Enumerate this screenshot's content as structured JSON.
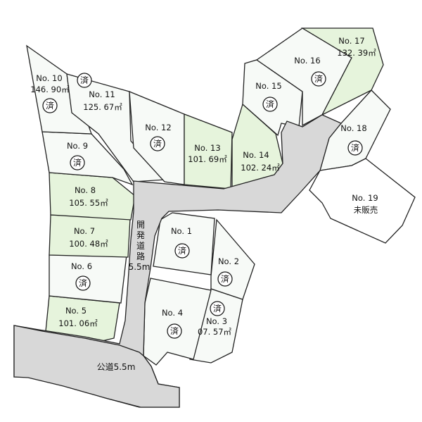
{
  "colors": {
    "lot_for_sale": "#e6f4dc",
    "lot_sold": "#f7faf7",
    "lot_other": "#ffffff",
    "road": "#d8d8d8",
    "outline": "#222222"
  },
  "sold_mark": "済",
  "roads": {
    "dev_road_chars": [
      "開",
      "発",
      "道",
      "路"
    ],
    "dev_road_width": "5.5m",
    "public_road": "公道5.5m"
  },
  "lots": [
    {
      "id": "1",
      "no": "No. 1",
      "area": "",
      "status": "sold"
    },
    {
      "id": "2",
      "no": "No. 2",
      "area": "",
      "status": "sold"
    },
    {
      "id": "3",
      "no": "No. 3",
      "area": "07. 57㎡",
      "status": "sold"
    },
    {
      "id": "4",
      "no": "No. 4",
      "area": "",
      "status": "sold"
    },
    {
      "id": "5",
      "no": "No. 5",
      "area": "101. 06㎡",
      "status": "available"
    },
    {
      "id": "6",
      "no": "No. 6",
      "area": "",
      "status": "sold"
    },
    {
      "id": "7",
      "no": "No. 7",
      "area": "100. 48㎡",
      "status": "available"
    },
    {
      "id": "8",
      "no": "No. 8",
      "area": "105. 55㎡",
      "status": "available"
    },
    {
      "id": "9",
      "no": "No. 9",
      "area": "",
      "status": "sold"
    },
    {
      "id": "10",
      "no": "No. 10",
      "area": "146. 90㎡",
      "status": "sold"
    },
    {
      "id": "11",
      "no": "No. 11",
      "area": "125. 67㎡",
      "status": "sold"
    },
    {
      "id": "12",
      "no": "No. 12",
      "area": "",
      "status": "sold"
    },
    {
      "id": "13",
      "no": "No. 13",
      "area": "101. 69㎡",
      "status": "available"
    },
    {
      "id": "14",
      "no": "No. 14",
      "area": "102. 24㎡",
      "status": "available"
    },
    {
      "id": "15",
      "no": "No. 15",
      "area": "",
      "status": "sold"
    },
    {
      "id": "16",
      "no": "No. 16",
      "area": "",
      "status": "sold"
    },
    {
      "id": "17",
      "no": "No. 17",
      "area": "132. 39㎡",
      "status": "available"
    },
    {
      "id": "18",
      "no": "No. 18",
      "area": "",
      "status": "sold"
    },
    {
      "id": "19",
      "no": "No. 19",
      "area": "",
      "status": "unsold",
      "status_label": "未販売"
    }
  ]
}
